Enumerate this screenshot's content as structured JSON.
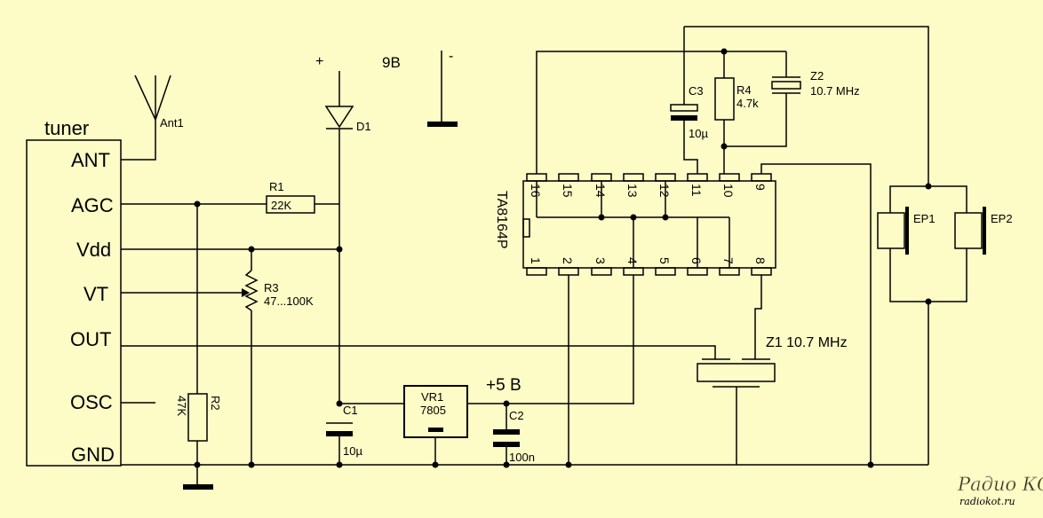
{
  "tuner": {
    "title": "tuner",
    "ports": [
      "ANT",
      "AGC",
      "Vdd",
      "VT",
      "OUT",
      "OSC",
      "GND"
    ]
  },
  "components": {
    "antenna": "Ant1",
    "r1_name": "R1",
    "r1_value": "22K",
    "r2_name": "R2",
    "r2_value": "47K",
    "r3_name": "R3",
    "r3_value": "47...100K",
    "r4_name": "R4",
    "r4_value": "4.7k",
    "c1_name": "C1",
    "c1_value": "10µ",
    "c2_name": "C2",
    "c2_value": "100n",
    "c3_name": "C3",
    "c3_value": "10µ",
    "d1": "D1",
    "vr1_name": "VR1",
    "vr1_value": "7805",
    "z1": "Z1 10.7 MHz",
    "z2_name": "Z2",
    "z2_value": "10.7 MHz",
    "ep1": "EP1",
    "ep2": "EP2",
    "ic": "TA8164P"
  },
  "power": {
    "plus": "+",
    "voltage": "9В",
    "minus": "-",
    "rail5": "+5 В"
  },
  "ic_pins_top": [
    "16",
    "15",
    "14",
    "13",
    "12",
    "11",
    "10",
    "9"
  ],
  "ic_pins_bottom": [
    "1",
    "2",
    "3",
    "4",
    "5",
    "6",
    "7",
    "8"
  ],
  "watermark": {
    "line1": "Радио КОТ",
    "line2": "radiokot.ru"
  },
  "colors": {
    "background": "#fdfbc6",
    "ink": "#000000"
  }
}
